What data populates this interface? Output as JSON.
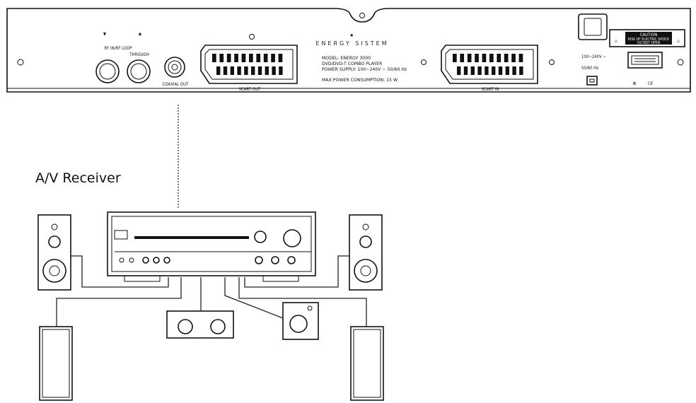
{
  "panel": {
    "brand": "ENERGY SISTEM",
    "rf_label": "RF IN/RF LOOP",
    "through_label": "THROUGH",
    "coaxial_label": "COAXIAL OUT",
    "scart_out_label": "SCART OUT",
    "scart_in_label": "SCART IN",
    "spec_lines": [
      "MODEL: ENERGY 3000",
      "DVD/DVD-T COMBO PLAYER",
      "POWER SUPPLY: 100~240V ~ 50/60 Hz",
      "MAX POWER CONSUMPTION: 15 W"
    ],
    "power_line_1": "100~240V ~",
    "power_line_2": "50/60 Hz",
    "caution_title": "CAUTION",
    "caution_text_1": "RISK OF ELECTRIC SHOCK",
    "caution_text_2": "DO NOT OPEN",
    "marks": "CE"
  },
  "receiver": {
    "title": "A/V Receiver"
  }
}
